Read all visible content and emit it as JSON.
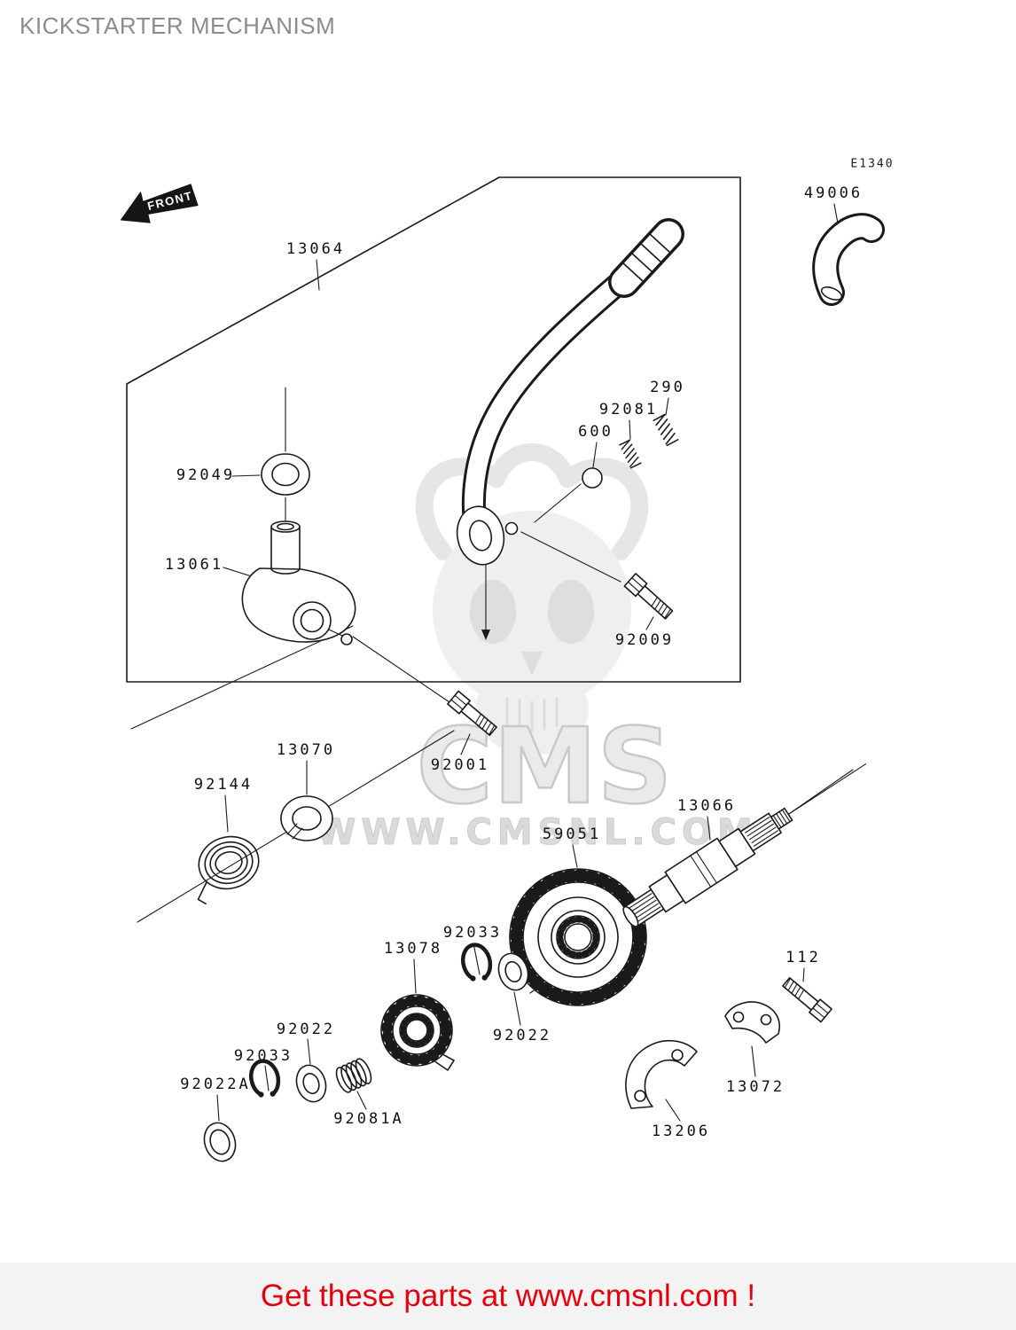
{
  "page": {
    "title": "KICKSTARTER MECHANISM",
    "diagram_code": "E1340",
    "front_label": "FRONT",
    "footer": "Get these parts at www.cmsnl.com !"
  },
  "watermark": {
    "brand": "CMS",
    "url": "WWW.CMSNL.COM"
  },
  "colors": {
    "title_gray": "#8c8c8c",
    "footer_red": "#e3000f",
    "line_black": "#1a1a1a",
    "watermark_gray": "#dcdcdc",
    "footer_band": "#f3f3f3"
  },
  "parts": [
    {
      "id": "13064"
    },
    {
      "id": "49006"
    },
    {
      "id": "92049"
    },
    {
      "id": "13061"
    },
    {
      "id": "600"
    },
    {
      "id": "92081"
    },
    {
      "id": "290"
    },
    {
      "id": "92009"
    },
    {
      "id": "92001"
    },
    {
      "id": "13070"
    },
    {
      "id": "92144"
    },
    {
      "id": "59051"
    },
    {
      "id": "13066"
    },
    {
      "id": "13078"
    },
    {
      "id": "92033"
    },
    {
      "id": "92022"
    },
    {
      "id": "112"
    },
    {
      "id": "13072"
    },
    {
      "id": "13206"
    },
    {
      "id": "92022"
    },
    {
      "id": "92033"
    },
    {
      "id": "92022A"
    },
    {
      "id": "92081A"
    }
  ]
}
